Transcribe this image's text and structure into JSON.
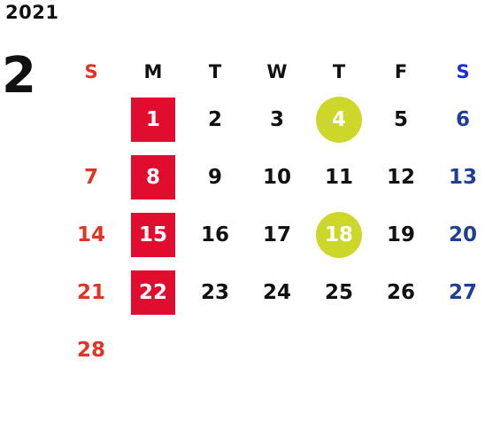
{
  "year": "2021",
  "month": "2",
  "weekdays": [
    "S",
    "M",
    "T",
    "W",
    "T",
    "F",
    "S"
  ],
  "weeks": [
    [
      "",
      "1",
      "2",
      "3",
      "4",
      "5",
      "6"
    ],
    [
      "7",
      "8",
      "9",
      "10",
      "11",
      "12",
      "13"
    ],
    [
      "14",
      "15",
      "16",
      "17",
      "18",
      "19",
      "20"
    ],
    [
      "21",
      "22",
      "23",
      "24",
      "25",
      "26",
      "27"
    ],
    [
      "28",
      "",
      "",
      "",
      "",
      "",
      ""
    ]
  ],
  "highlighted_red": [
    "1",
    "8",
    "15",
    "22"
  ],
  "highlighted_circle": [
    "4",
    "18"
  ],
  "colors": {
    "sunday": "#e23424",
    "saturday": "#1f3f97",
    "saturday_header": "#1a2fd8",
    "red_box": "#e10d2f",
    "lime_circle": "#cdd72a",
    "text": "#111111"
  }
}
